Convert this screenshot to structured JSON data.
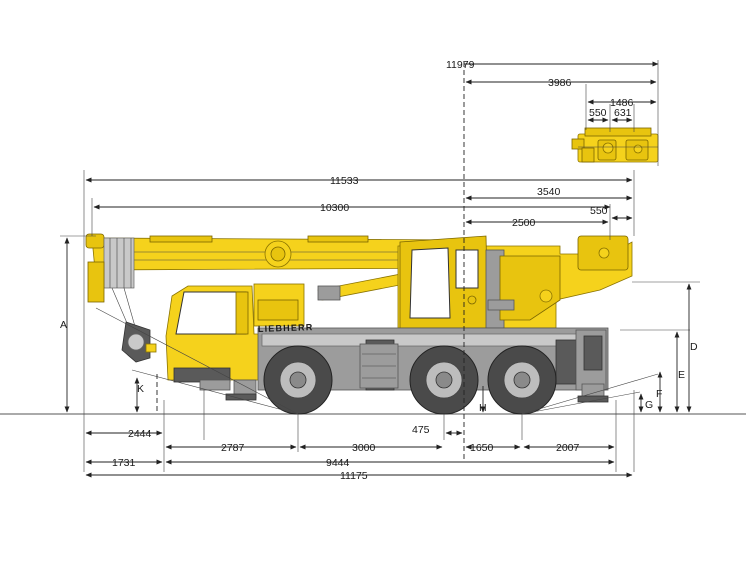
{
  "brand": "LIEBHERR",
  "colors": {
    "crane_yellow": "#f5d21c",
    "chassis_grey": "#9c9c9c",
    "line": "#222222"
  },
  "top": {
    "overall_rear": "11979",
    "counterweight_overhang": "3986",
    "counterweight_length": "1486",
    "cw_part_a": "550",
    "cw_part_b": "631"
  },
  "upper": {
    "overall_length": "11533",
    "boom_length": "10300",
    "tail_radius": "3540",
    "rear_section": "2500",
    "rear_offset": "550"
  },
  "bottom": {
    "front_overhang": "2444",
    "axle_1_2": "2787",
    "axle_2_3": "3000",
    "small_offset": "475",
    "rear_axle_to_center": "1650",
    "rear_overhang": "2007",
    "bumper_offset": "1731",
    "wheelbase_total": "9444",
    "overall_length": "11175"
  },
  "letters": {
    "a": "A",
    "k": "K",
    "h": "H",
    "d": "D",
    "e": "E",
    "f": "F",
    "g": "G"
  }
}
